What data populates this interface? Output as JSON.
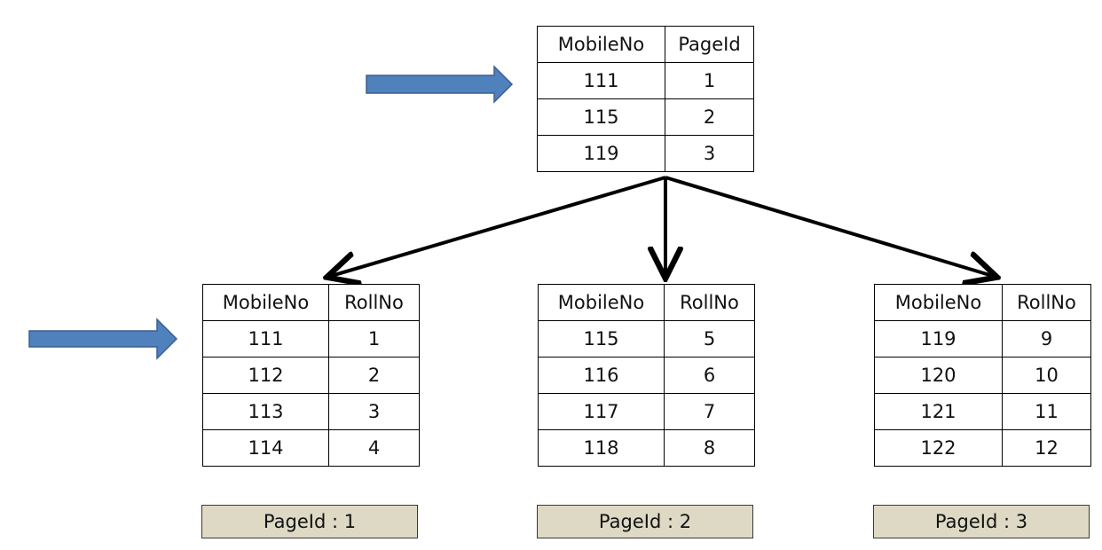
{
  "root": {
    "headers": [
      "MobileNo",
      "PageId"
    ],
    "rows": [
      [
        "111",
        "1"
      ],
      [
        "115",
        "2"
      ],
      [
        "119",
        "3"
      ]
    ]
  },
  "leaves": [
    {
      "headers": [
        "MobileNo",
        "RollNo"
      ],
      "rows": [
        [
          "111",
          "1"
        ],
        [
          "112",
          "2"
        ],
        [
          "113",
          "3"
        ],
        [
          "114",
          "4"
        ]
      ],
      "page_label": "PageId : 1"
    },
    {
      "headers": [
        "MobileNo",
        "RollNo"
      ],
      "rows": [
        [
          "115",
          "5"
        ],
        [
          "116",
          "6"
        ],
        [
          "117",
          "7"
        ],
        [
          "118",
          "8"
        ]
      ],
      "page_label": "PageId : 2"
    },
    {
      "headers": [
        "MobileNo",
        "RollNo"
      ],
      "rows": [
        [
          "119",
          "9"
        ],
        [
          "120",
          "10"
        ],
        [
          "121",
          "11"
        ],
        [
          "122",
          "12"
        ]
      ],
      "page_label": "PageId : 3"
    }
  ],
  "colors": {
    "pointer_fill": "#4f81bd",
    "pointer_stroke": "#3a5f8f",
    "label_bg": "#ddd9c4"
  },
  "icons": [
    "block-arrow-right-icon",
    "arrow-down-left-icon",
    "arrow-down-icon",
    "arrow-down-right-icon"
  ]
}
